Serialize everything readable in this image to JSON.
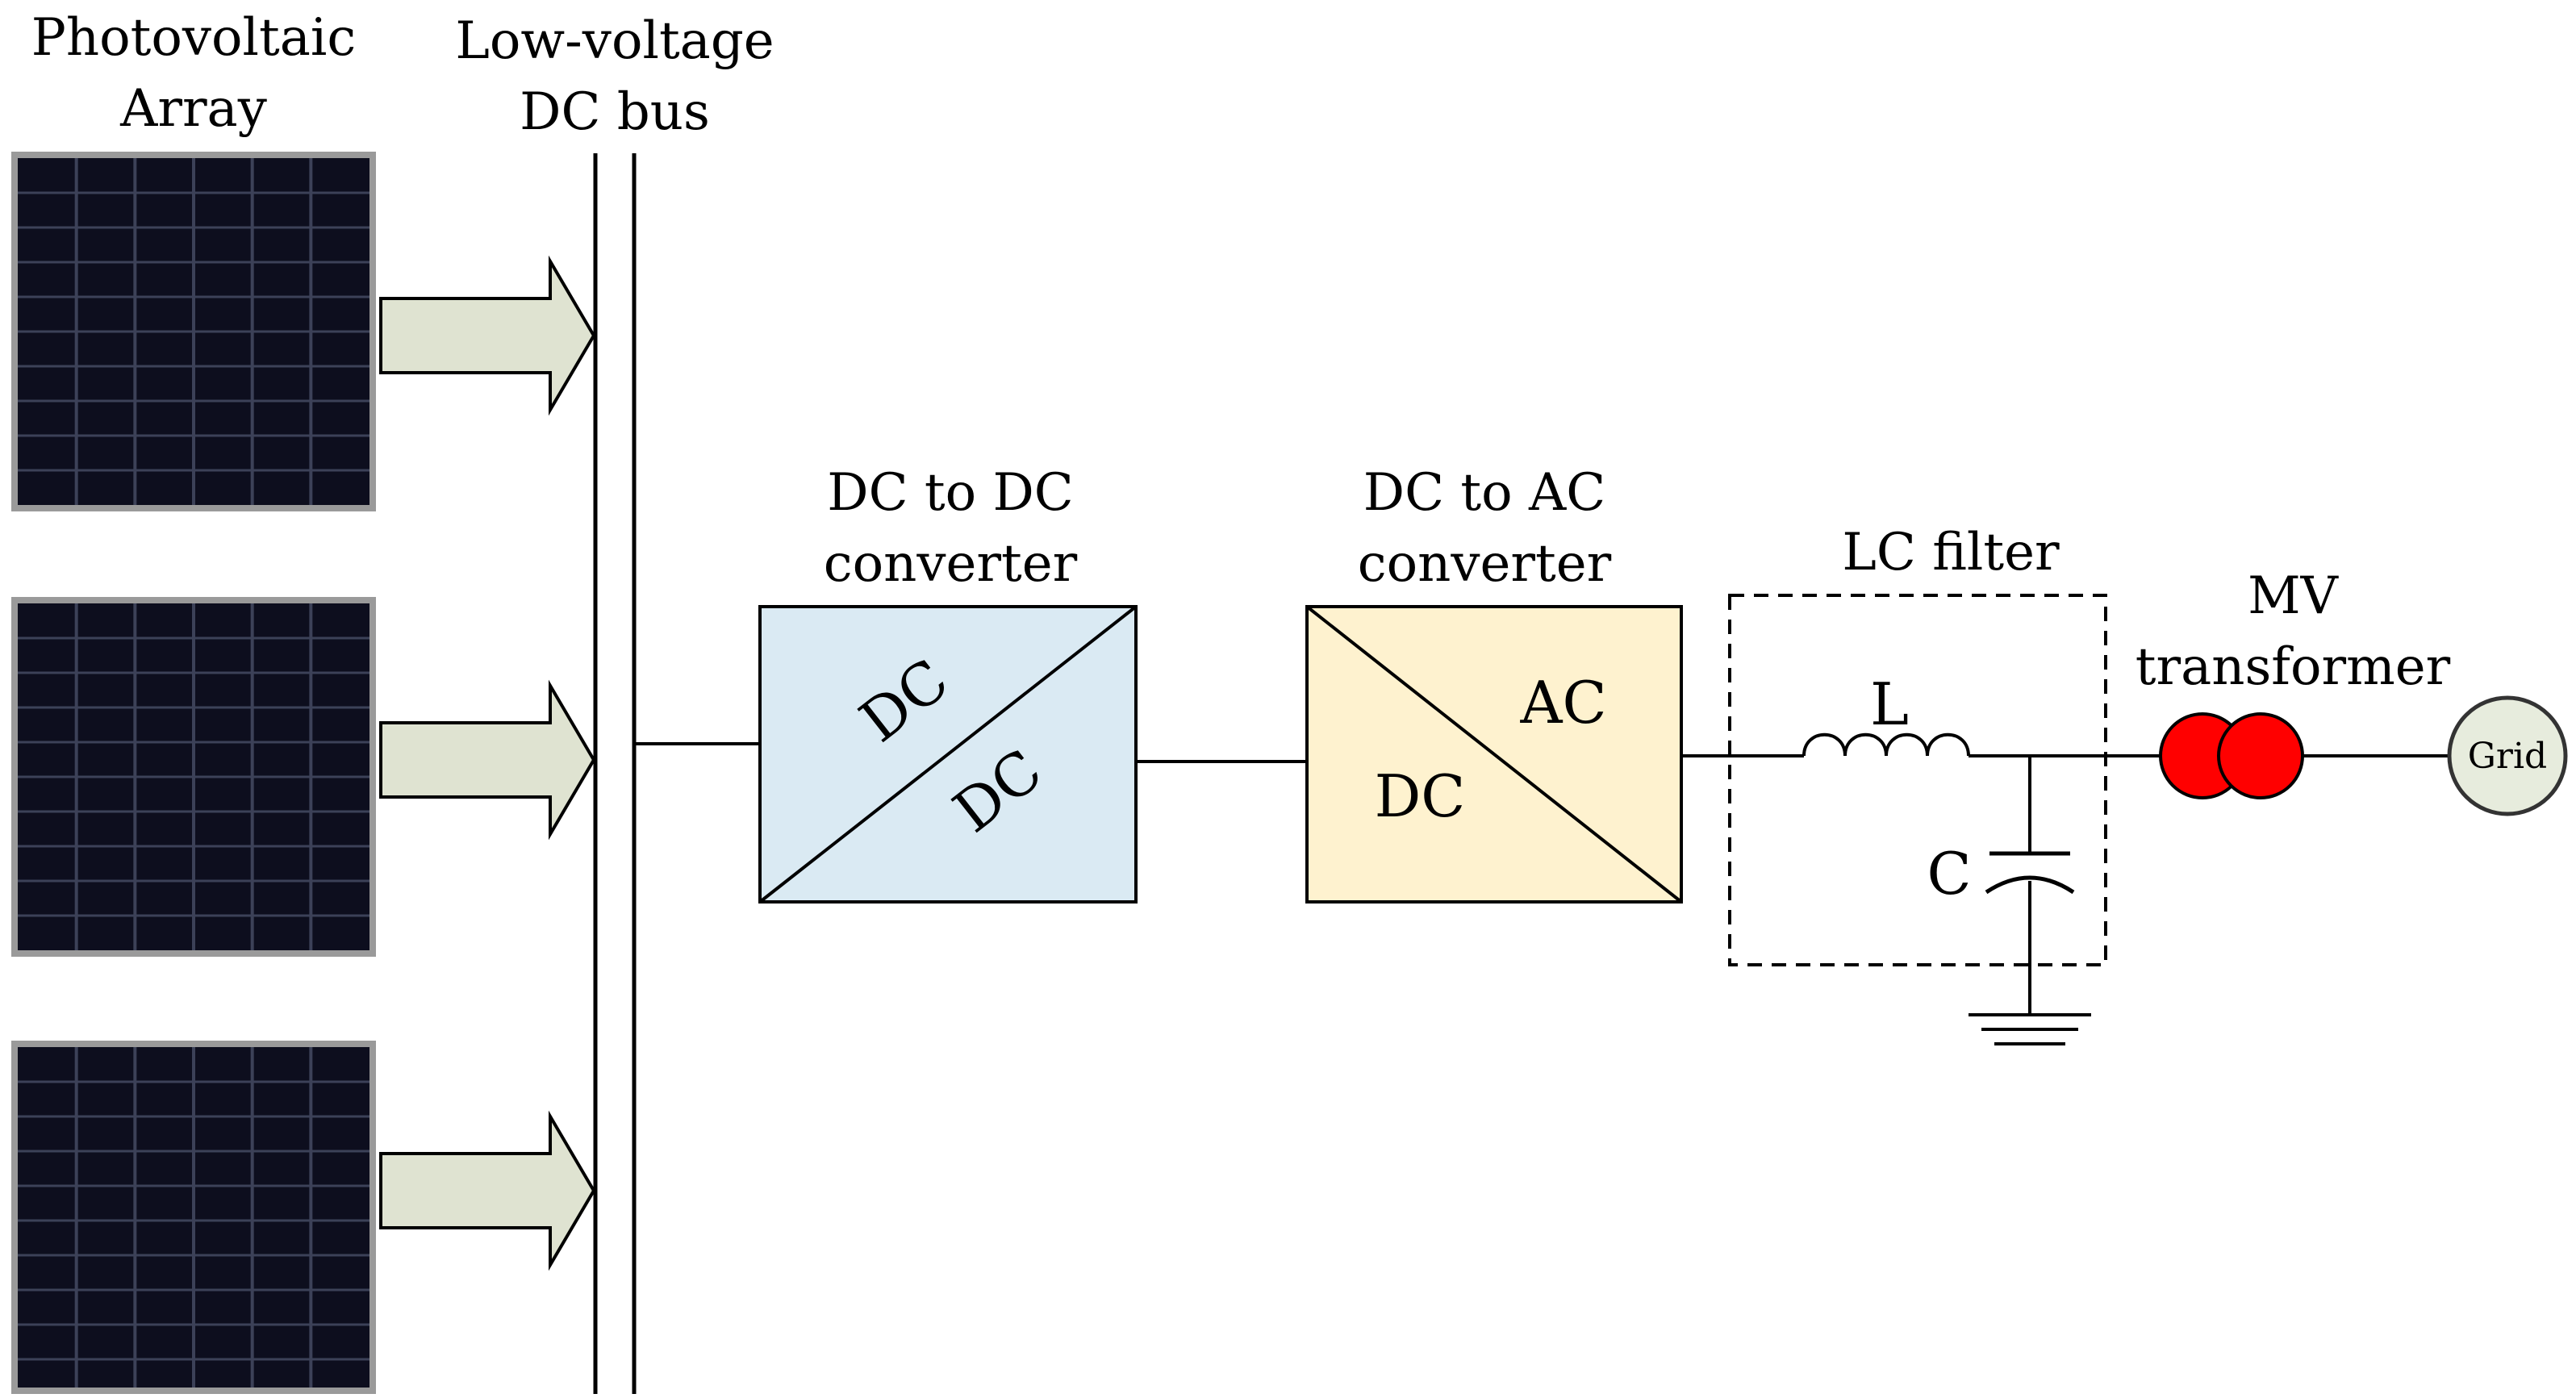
{
  "labels": {
    "pv_line1": "Photovoltaic",
    "pv_line2": "Array",
    "bus_line1": "Low-voltage",
    "bus_line2": "DC bus",
    "dcdc_line1": "DC to DC",
    "dcdc_line2": "converter",
    "dcdc_in": "DC",
    "dcdc_out": "DC",
    "dcac_line1": "DC to AC",
    "dcac_line2": "converter",
    "dcac_in": "DC",
    "dcac_out": "AC",
    "lc_filter": "LC filter",
    "inductor": "L",
    "capacitor": "C",
    "mv_line1": "MV",
    "mv_line2": "transformer",
    "grid": "Grid"
  },
  "colors": {
    "panel_frame": "#9a9a9a",
    "panel_cell": "#0d0e1e",
    "panel_gridline": "#3c4158",
    "arrow_fill": "#dfe3d1",
    "dcdc_fill": "#daeaf3",
    "dcac_fill": "#fef2cf",
    "transformer": "#ff0000",
    "grid_fill": "#e7ecdd"
  },
  "icons": {
    "panels": "solar-panel-icon",
    "transformer": "transformer-icon",
    "ground": "ground-icon"
  }
}
